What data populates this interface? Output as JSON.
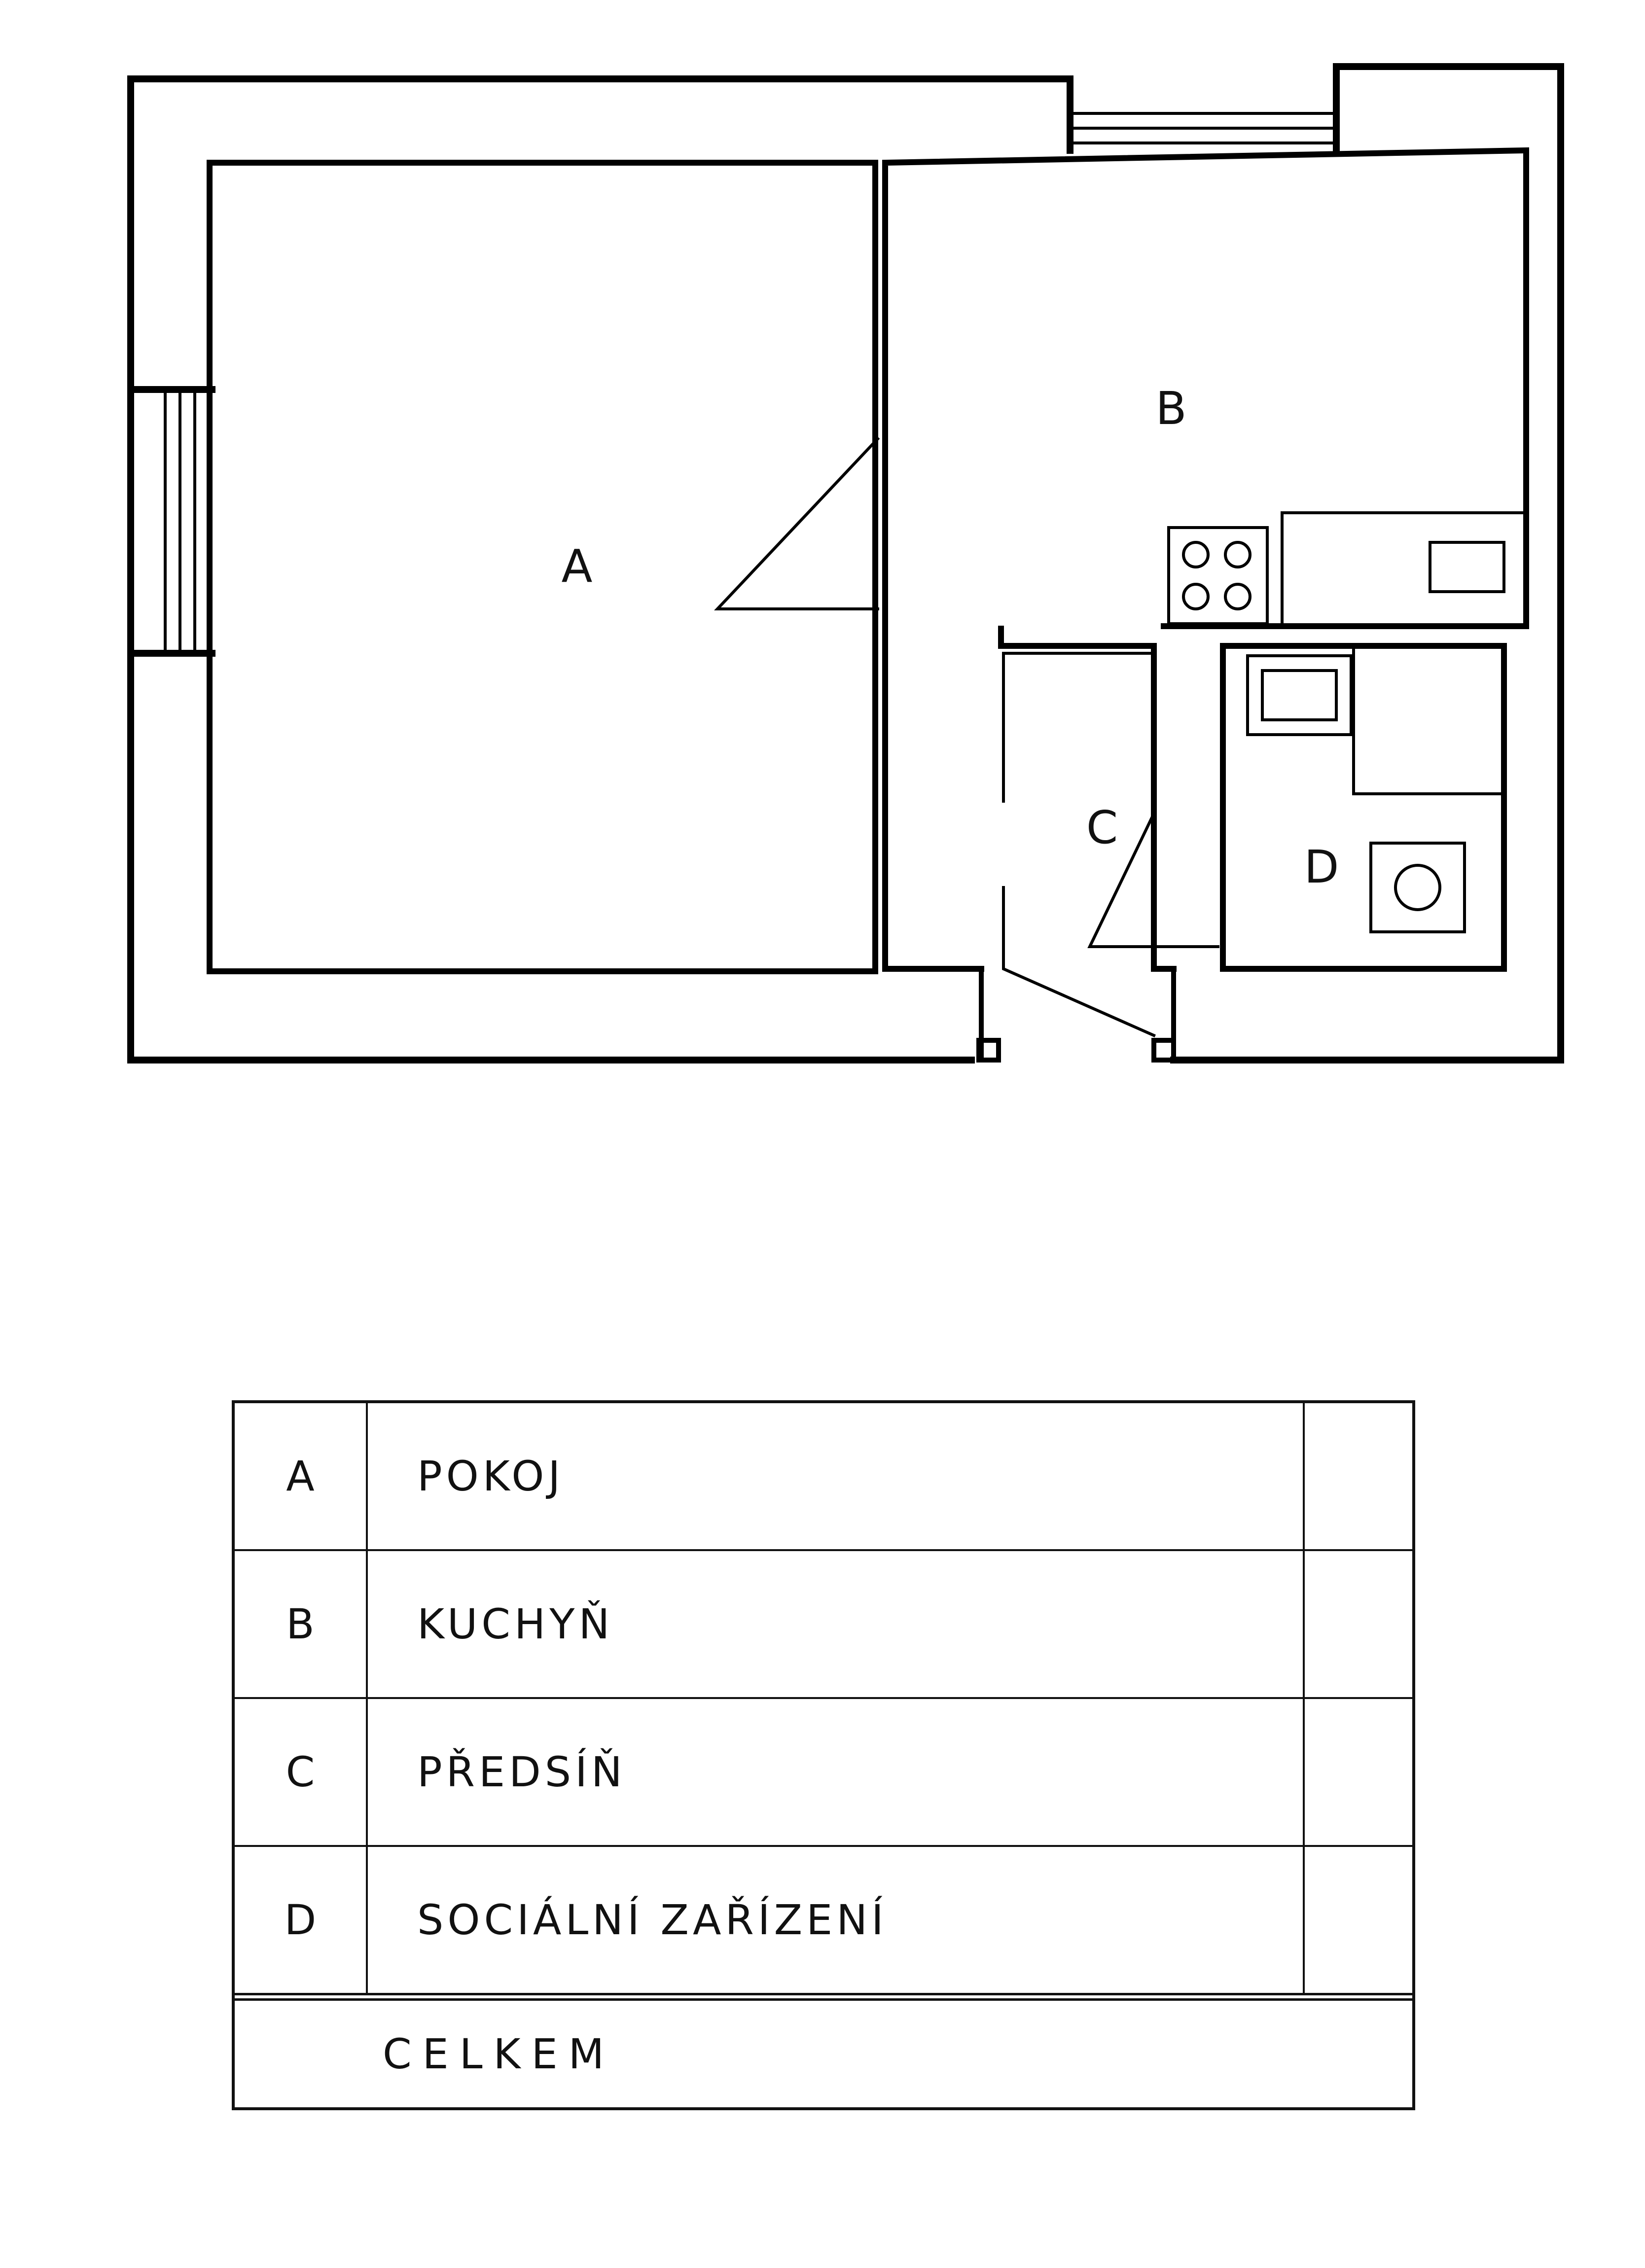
{
  "plan": {
    "labels": {
      "a": "A",
      "b": "B",
      "c": "C",
      "d": "D"
    }
  },
  "legend": {
    "rows": [
      {
        "code": "A",
        "name": "POKOJ"
      },
      {
        "code": "B",
        "name": "KUCHYŇ"
      },
      {
        "code": "C",
        "name": "PŘEDSÍŇ"
      },
      {
        "code": "D",
        "name": "SOCIÁLNÍ ZAŘÍZENÍ"
      }
    ],
    "total_label": "CELKEM"
  }
}
